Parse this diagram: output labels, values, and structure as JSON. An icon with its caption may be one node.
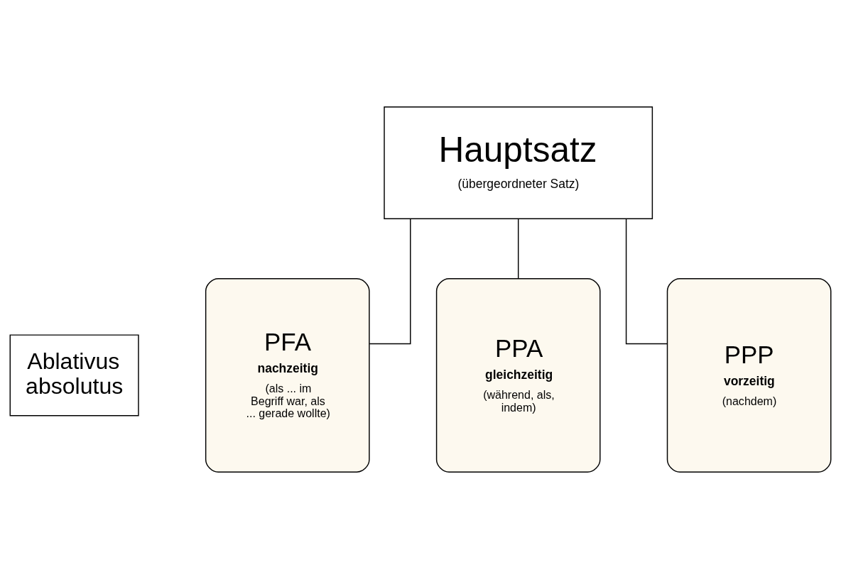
{
  "diagram": {
    "nodes": [
      {
        "text": [
          "Ablativus absolutus"
        ]
      },
      {
        "text": [
          "Hauptsatz",
          "(übergeordneter Satz)"
        ]
      },
      {
        "text": [
          "PFA",
          "nachzeitig",
          "(als ... im Begriff war, als ... gerade wollte)"
        ]
      },
      {
        "text": [
          "PPA",
          "gleichzeitig",
          "(während, als, indem)"
        ]
      },
      {
        "text": [
          "PPP",
          "vorzeitig",
          "(nachdem)"
        ]
      }
    ],
    "edges": [
      {
        "from": 1,
        "to": 2,
        "arrow": "none"
      },
      {
        "from": 1,
        "to": 3,
        "arrow": "none"
      },
      {
        "from": 1,
        "to": 4,
        "arrow": "none"
      }
    ]
  }
}
